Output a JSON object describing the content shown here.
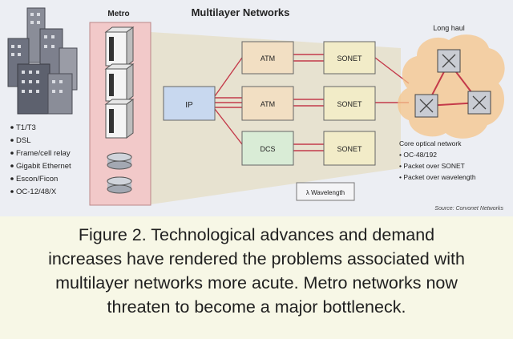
{
  "diagram": {
    "title": "Multilayer Networks",
    "metro_label": "Metro",
    "longhaul_label": "Long haul",
    "access_list": [
      "T1/T3",
      "DSL",
      "Frame/cell relay",
      "Gigabit Ethernet",
      "Escon/Ficon",
      "OC-12/48/X"
    ],
    "nodes": {
      "ip": "IP",
      "atm_top": "ATM",
      "atm_mid": "ATM",
      "dcs": "DCS",
      "sonet_top": "SONET",
      "sonet_mid": "SONET",
      "sonet_bot": "SONET"
    },
    "wavelength_label": "λ Wavelength",
    "core_title": "Core optical network",
    "core_list": [
      "• OC-48/192",
      "• Packet over SONET",
      "• Packet over wavelength"
    ],
    "source": "Source: Corvonet Networks"
  },
  "caption_lines": [
    "Figure 2. Technological advances and demand",
    "increases have rendered the problems associated with",
    "multilayer networks more acute. Metro networks now",
    "threaten to become a major bottleneck."
  ],
  "colors": {
    "metro_panel": "#f2c9c9",
    "ip_box": "#c8d8ef",
    "atm_box": "#f2dfc3",
    "dcs_box": "#d9ecd6",
    "sonet_box": "#f2ecc8",
    "link_line": "#c43a4a",
    "longhaul_cloud": "#f6c48a",
    "beam": "#e9e2cf"
  }
}
